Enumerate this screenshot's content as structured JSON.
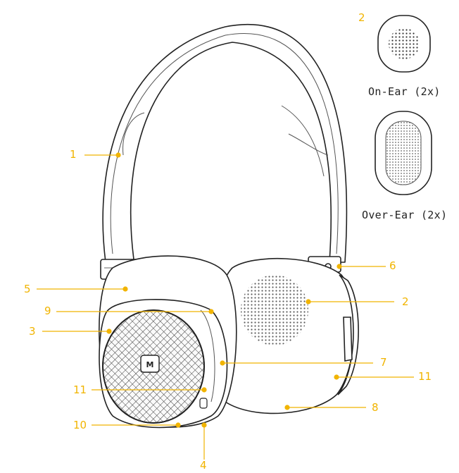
{
  "diagram": {
    "callout_color": "#f1b400",
    "line_color": "#222222",
    "callouts": [
      {
        "id": "c1",
        "text": "1"
      },
      {
        "id": "c2-top",
        "text": "2"
      },
      {
        "id": "c2",
        "text": "2"
      },
      {
        "id": "c3",
        "text": "3"
      },
      {
        "id": "c4",
        "text": "4"
      },
      {
        "id": "c5",
        "text": "5"
      },
      {
        "id": "c6",
        "text": "6"
      },
      {
        "id": "c7",
        "text": "7"
      },
      {
        "id": "c8",
        "text": "8"
      },
      {
        "id": "c9",
        "text": "9"
      },
      {
        "id": "c10",
        "text": "10"
      },
      {
        "id": "c11-left",
        "text": "11"
      },
      {
        "id": "c11-right",
        "text": "11"
      }
    ],
    "ear_pads": [
      {
        "caption": "On-Ear (2x)"
      },
      {
        "caption": "Over-Ear (2x)"
      }
    ]
  }
}
